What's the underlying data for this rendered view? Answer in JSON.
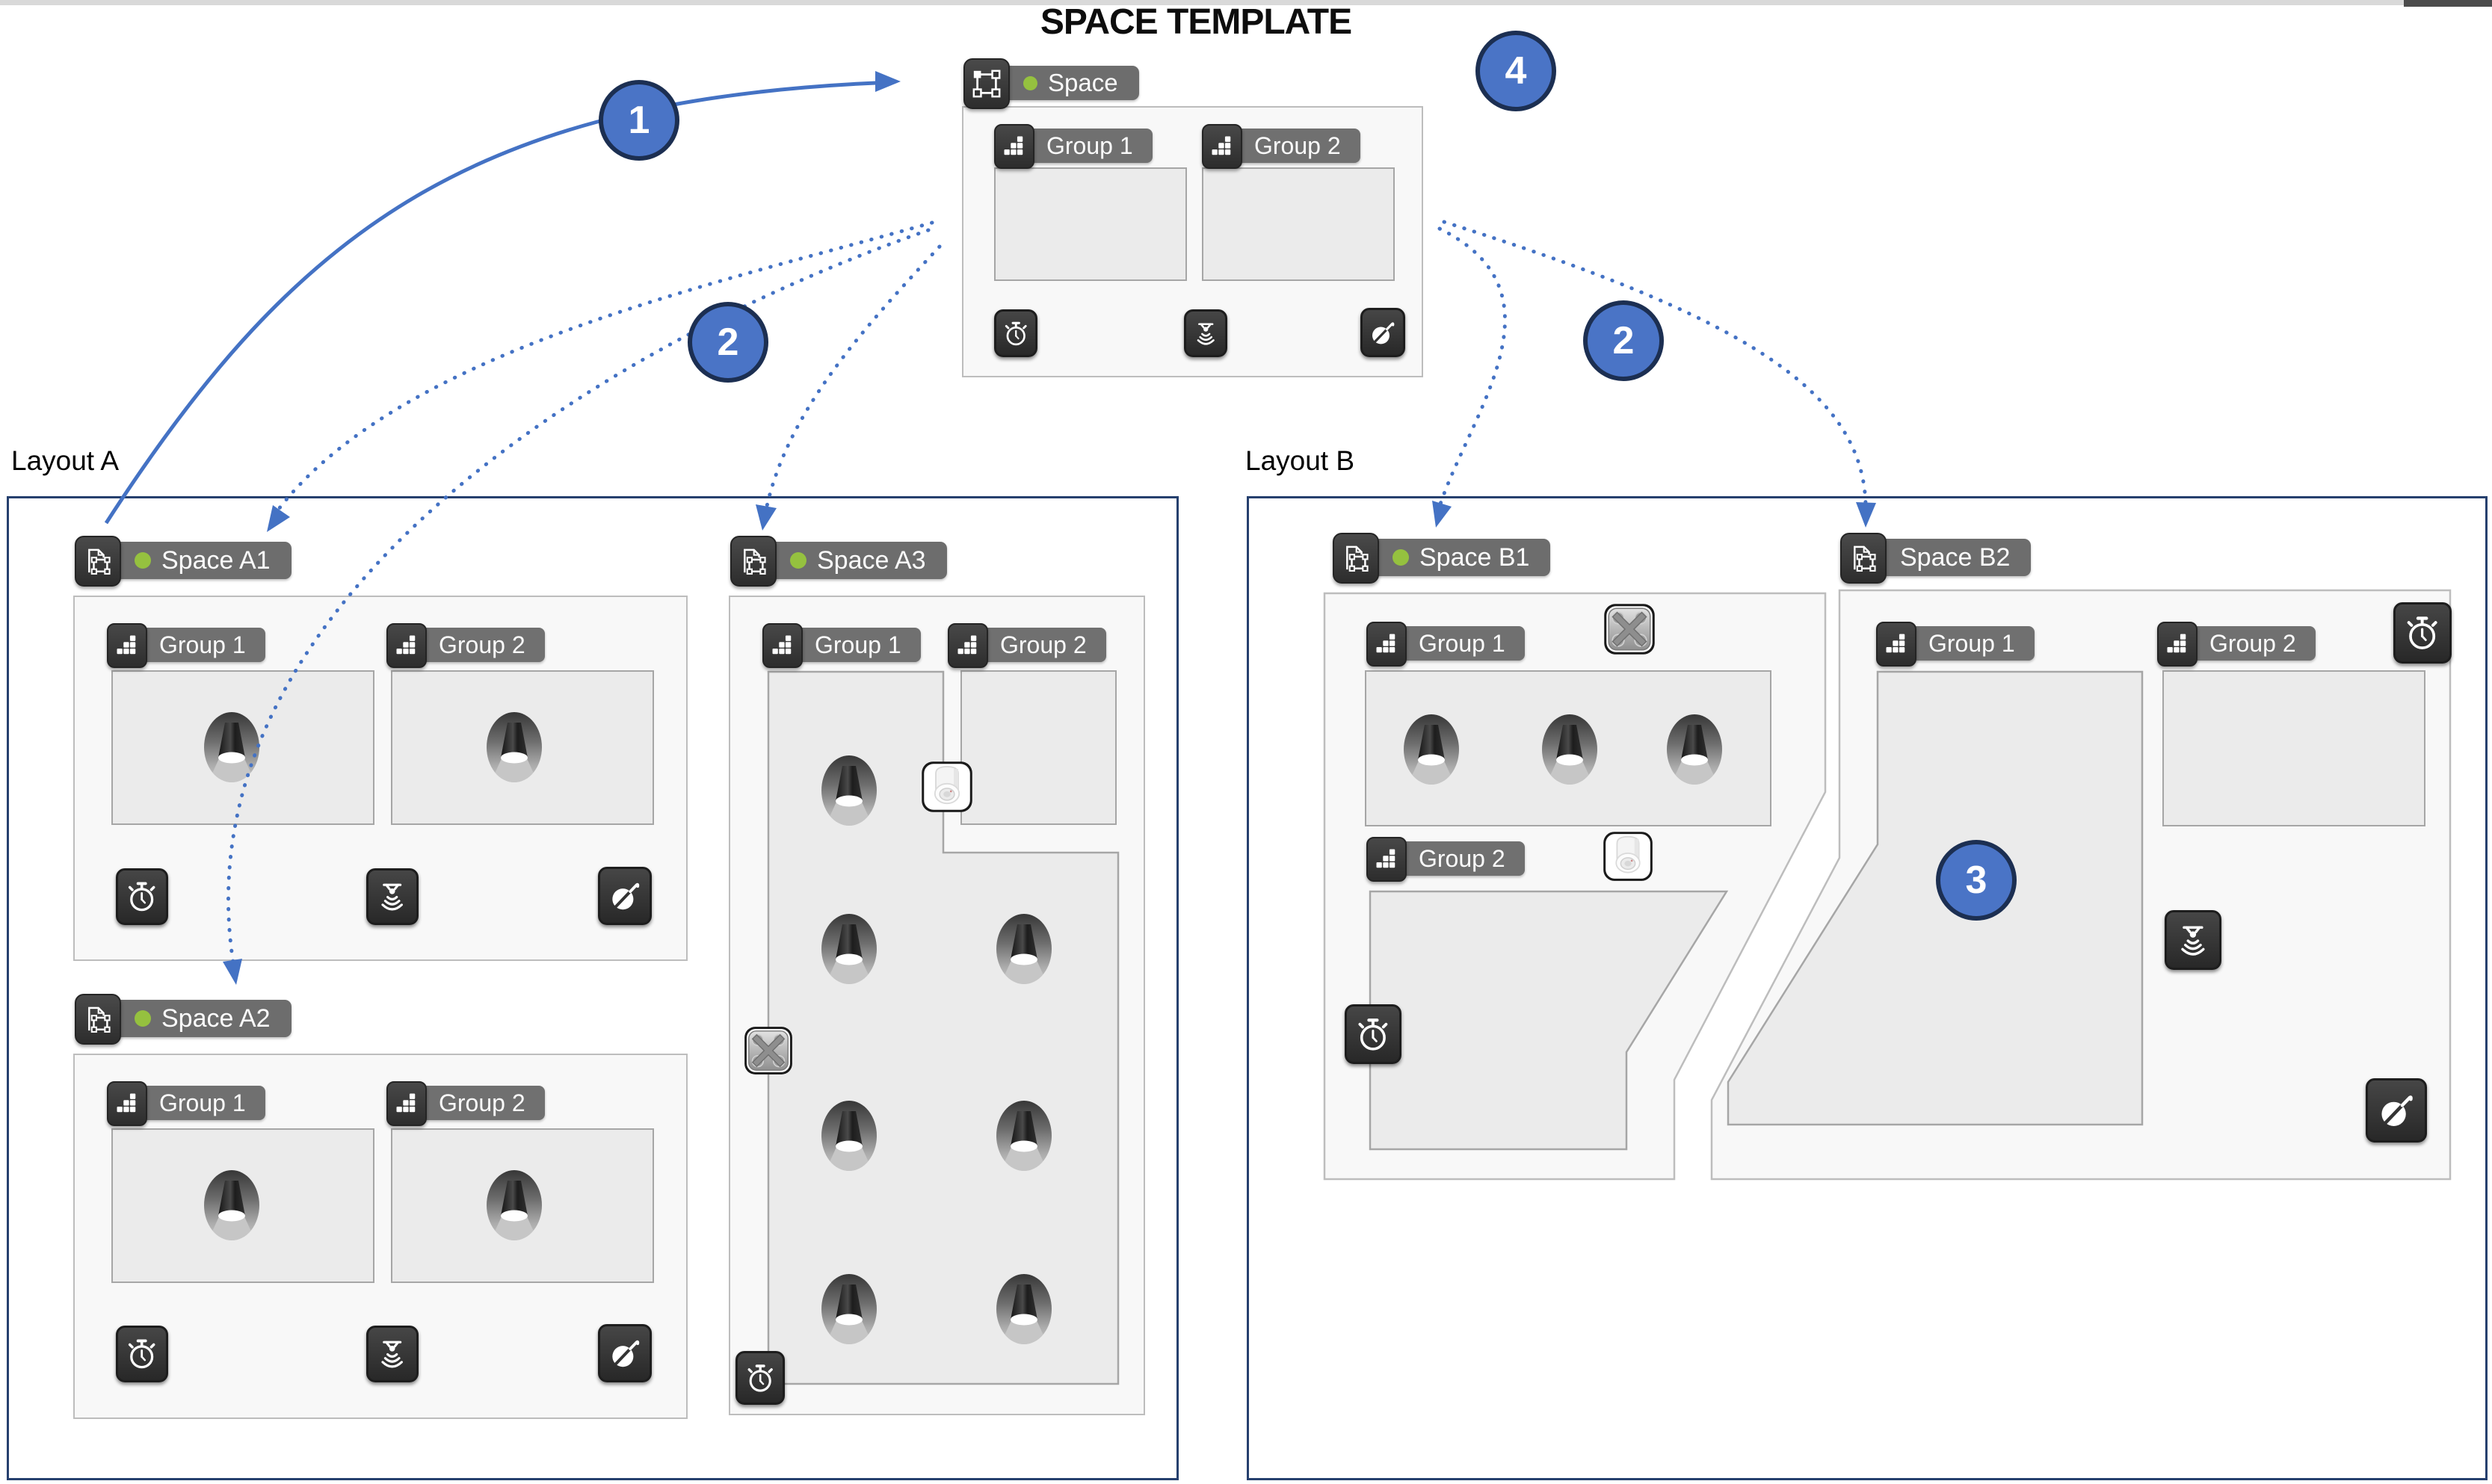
{
  "title": "SPACE TEMPLATE",
  "template_card": {
    "space_label": "Space",
    "group1_label": "Group 1",
    "group2_label": "Group 2"
  },
  "layouts": {
    "a": {
      "label": "Layout A"
    },
    "b": {
      "label": "Layout B"
    }
  },
  "spaces": {
    "a1": {
      "label": "Space A1",
      "online": true,
      "group1": "Group 1",
      "group2": "Group 2"
    },
    "a2": {
      "label": "Space A2",
      "online": true,
      "group1": "Group 1",
      "group2": "Group 2"
    },
    "a3": {
      "label": "Space A3",
      "online": true,
      "group1": "Group 1",
      "group2": "Group 2"
    },
    "b1": {
      "label": "Space B1",
      "online": true,
      "group1": "Group 1",
      "group2": "Group 2"
    },
    "b2": {
      "label": "Space B2",
      "online": false,
      "group1": "Group 1",
      "group2": "Group 2"
    }
  },
  "callouts": {
    "c1": "1",
    "c2_left": "2",
    "c2_right": "2",
    "c3": "3",
    "c4": "4"
  },
  "icons": {
    "space_template": "selection-frame-icon",
    "space_instance": "page-selection-icon",
    "group": "group-grid-icon",
    "timer": "stopwatch-icon",
    "waves": "presence-waves-icon",
    "probe": "probe-icon",
    "downlight": "downlight-icon",
    "xpad": "xpad-button-icon",
    "motion_sensor": "motion-sensor-icon",
    "online": "online-dot"
  },
  "colors": {
    "accent_blue": "#4472c4",
    "badge_fill": "#4a74c6",
    "badge_border": "#1c2f52",
    "navy_border": "#26406e",
    "online_green": "#95c13f",
    "tag_gray": "#6d6d6d",
    "icon_dark": "#353535",
    "outer_box_bg": "#f8f8f8",
    "group_box_bg": "#ebebeb"
  }
}
